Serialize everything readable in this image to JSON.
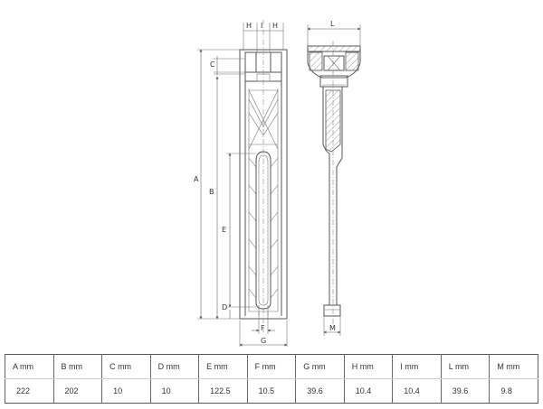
{
  "drawing": {
    "labels": {
      "A": "A",
      "B": "B",
      "C": "C",
      "D": "D",
      "E": "E",
      "F": "F",
      "G": "G",
      "H": "H",
      "I": "I",
      "L": "L",
      "M": "M"
    }
  },
  "table": {
    "headers": [
      "A mm",
      "B mm",
      "C mm",
      "D mm",
      "E mm",
      "F mm",
      "G mm",
      "H mm",
      "I mm",
      "L mm",
      "M mm"
    ],
    "values": [
      "222",
      "202",
      "10",
      "10",
      "122.5",
      "10.5",
      "39.6",
      "10.4",
      "10.4",
      "39.6",
      "9.8"
    ]
  }
}
